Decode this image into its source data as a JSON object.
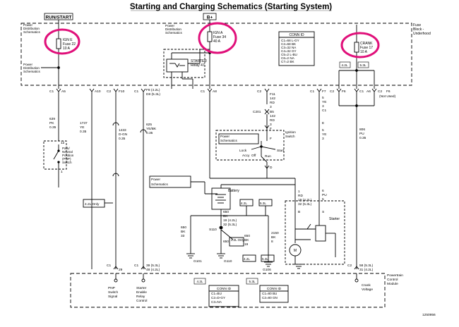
{
  "title": "Starting and Charging Schematics (Starting System)",
  "doc_id": "1250956",
  "power_tags": {
    "run_start": "RUN/START",
    "batt": "B+"
  },
  "fuse_block": {
    "l1": "Fuse",
    "l2": "Block -",
    "l3": "Underhood"
  },
  "pds": {
    "l1": "Power",
    "l2": "Distribution",
    "l3": "Schematics"
  },
  "fuses": {
    "ign_e": {
      "name": "IGN E",
      "fuse": "Fuse 22",
      "amp": "10 A"
    },
    "ign_a": {
      "name": "IGN A",
      "fuse": "Fuse 34",
      "amp": "40 A"
    },
    "crank": {
      "name": "CRANK",
      "fuse": "Fuse 17",
      "amp": "10 A"
    }
  },
  "relay": {
    "l1": "STARTER",
    "l2": "Relay 47"
  },
  "conn_id_top": {
    "header": "CONN ID",
    "rows": [
      "C1=68 L-GY",
      "C2=68 BK",
      "C3=32 NA",
      "C4=32 GY",
      "C5=2 L-BU",
      "C6=2 NA",
      "C7=2 BK"
    ]
  },
  "engine_tags": {
    "l42": "4.2L",
    "l53": "5.3L"
  },
  "pins_top": {
    "c1a": "C1",
    "a5": "A5",
    "a10": "A10",
    "c2a": "C2",
    "f10": "F10",
    "c1b": "C1",
    "f8": "F8 (4.2L)",
    "d8": "D8 (5.3L)",
    "c1c": "C1",
    "a8": "A8",
    "c2b": "C2",
    "c1d": "C1",
    "f7": "F7",
    "c2c": "C2",
    "f6": "F6",
    "c1e": "C1",
    "a6": "A6",
    "c2d": "C2",
    "f6b": "F6",
    "not_used": "(Not Used)"
  },
  "wire_f11": [
    "F11",
    "142",
    "RD",
    "3"
  ],
  "wire_c201": "C201",
  "wire_b5": [
    "B5",
    "142",
    "RD",
    "3"
  ],
  "wire_f_lbl": "F",
  "wire_ye_right": [
    "5",
    "YE",
    "3"
  ],
  "wire_ye_c1": "C1",
  "wire_ye_e": "E",
  "wires_left": [
    {
      "lines": [
        "639",
        "PK",
        "0.35"
      ]
    },
    {
      "lines": [
        "1737",
        "YE",
        "0.35"
      ]
    },
    {
      "lines": [
        "1433",
        "D-GN",
        "0.35"
      ]
    },
    {
      "lines": [
        "625",
        "YE/BK",
        "0.35"
      ]
    }
  ],
  "wire_806": [
    "806",
    "PU",
    "0.35"
  ],
  "pnp": {
    "l1": "Park/",
    "l2": "Neutral",
    "l3": "Position",
    "l4": "(PNP)",
    "l5": "Switch",
    "p12": "12",
    "p1": "1"
  },
  "ign_switch": {
    "title1": "Ignition",
    "title2": "Switch",
    "lock": "Lock",
    "accy": "Accy",
    "off": "Off",
    "run": "Run",
    "start": "Start",
    "f": "F",
    "d": "D"
  },
  "eng_42_only": "4.2L Only",
  "battery": "Battery",
  "wire_1rd": [
    "1",
    "RD",
    "19 (4.2L)",
    "32 (5.3L)"
  ],
  "wire_6pu": [
    "6",
    "PU",
    "5"
  ],
  "starter": {
    "label": "Starter",
    "b": "B",
    "s": "S",
    "m": "M"
  },
  "wire_650_19": [
    "650",
    "BK",
    "19 (4.2L)",
    "32 (5.3L)"
  ],
  "s110": "S110",
  "wire_650_33": [
    "650",
    "BK",
    "33"
  ],
  "wire_650_19b": [
    "650",
    "BK",
    "19"
  ],
  "eng_42_only2": "4.2L Only",
  "wire_2150": [
    "2150",
    "BK",
    "8"
  ],
  "grounds": {
    "g101": "G101",
    "g110": "G110",
    "g106": "G106"
  },
  "pins_bottom": {
    "c1a": "C1",
    "p29": "29",
    "c1b": "C1",
    "p39": "39 (5.3L)",
    "p48": "48 (4.2L)",
    "c2": "C2",
    "p58": "58 (5.3L)",
    "p31": "31 (4.2L)"
  },
  "pcm_signals": [
    {
      "l1": "PNP",
      "l2": "Switch",
      "l3": "Signal"
    },
    {
      "l1": "Starter",
      "l2": "Enable",
      "l3": "Relay",
      "l4": "Control"
    },
    {
      "l1": "Crank",
      "l2": "Voltage"
    }
  ],
  "pcm": {
    "l1": "Powertrain",
    "l2": "Control",
    "l3": "Module"
  },
  "conn_42": {
    "tag": "4.2L",
    "header": "CONN ID",
    "rows": [
      "C1=BU",
      "C2=D-GY",
      "C3=NA"
    ]
  },
  "conn_53": {
    "tag": "5.3L",
    "header": "CONN ID",
    "rows": [
      "C1=80 BU",
      "C2=80 GN"
    ]
  }
}
